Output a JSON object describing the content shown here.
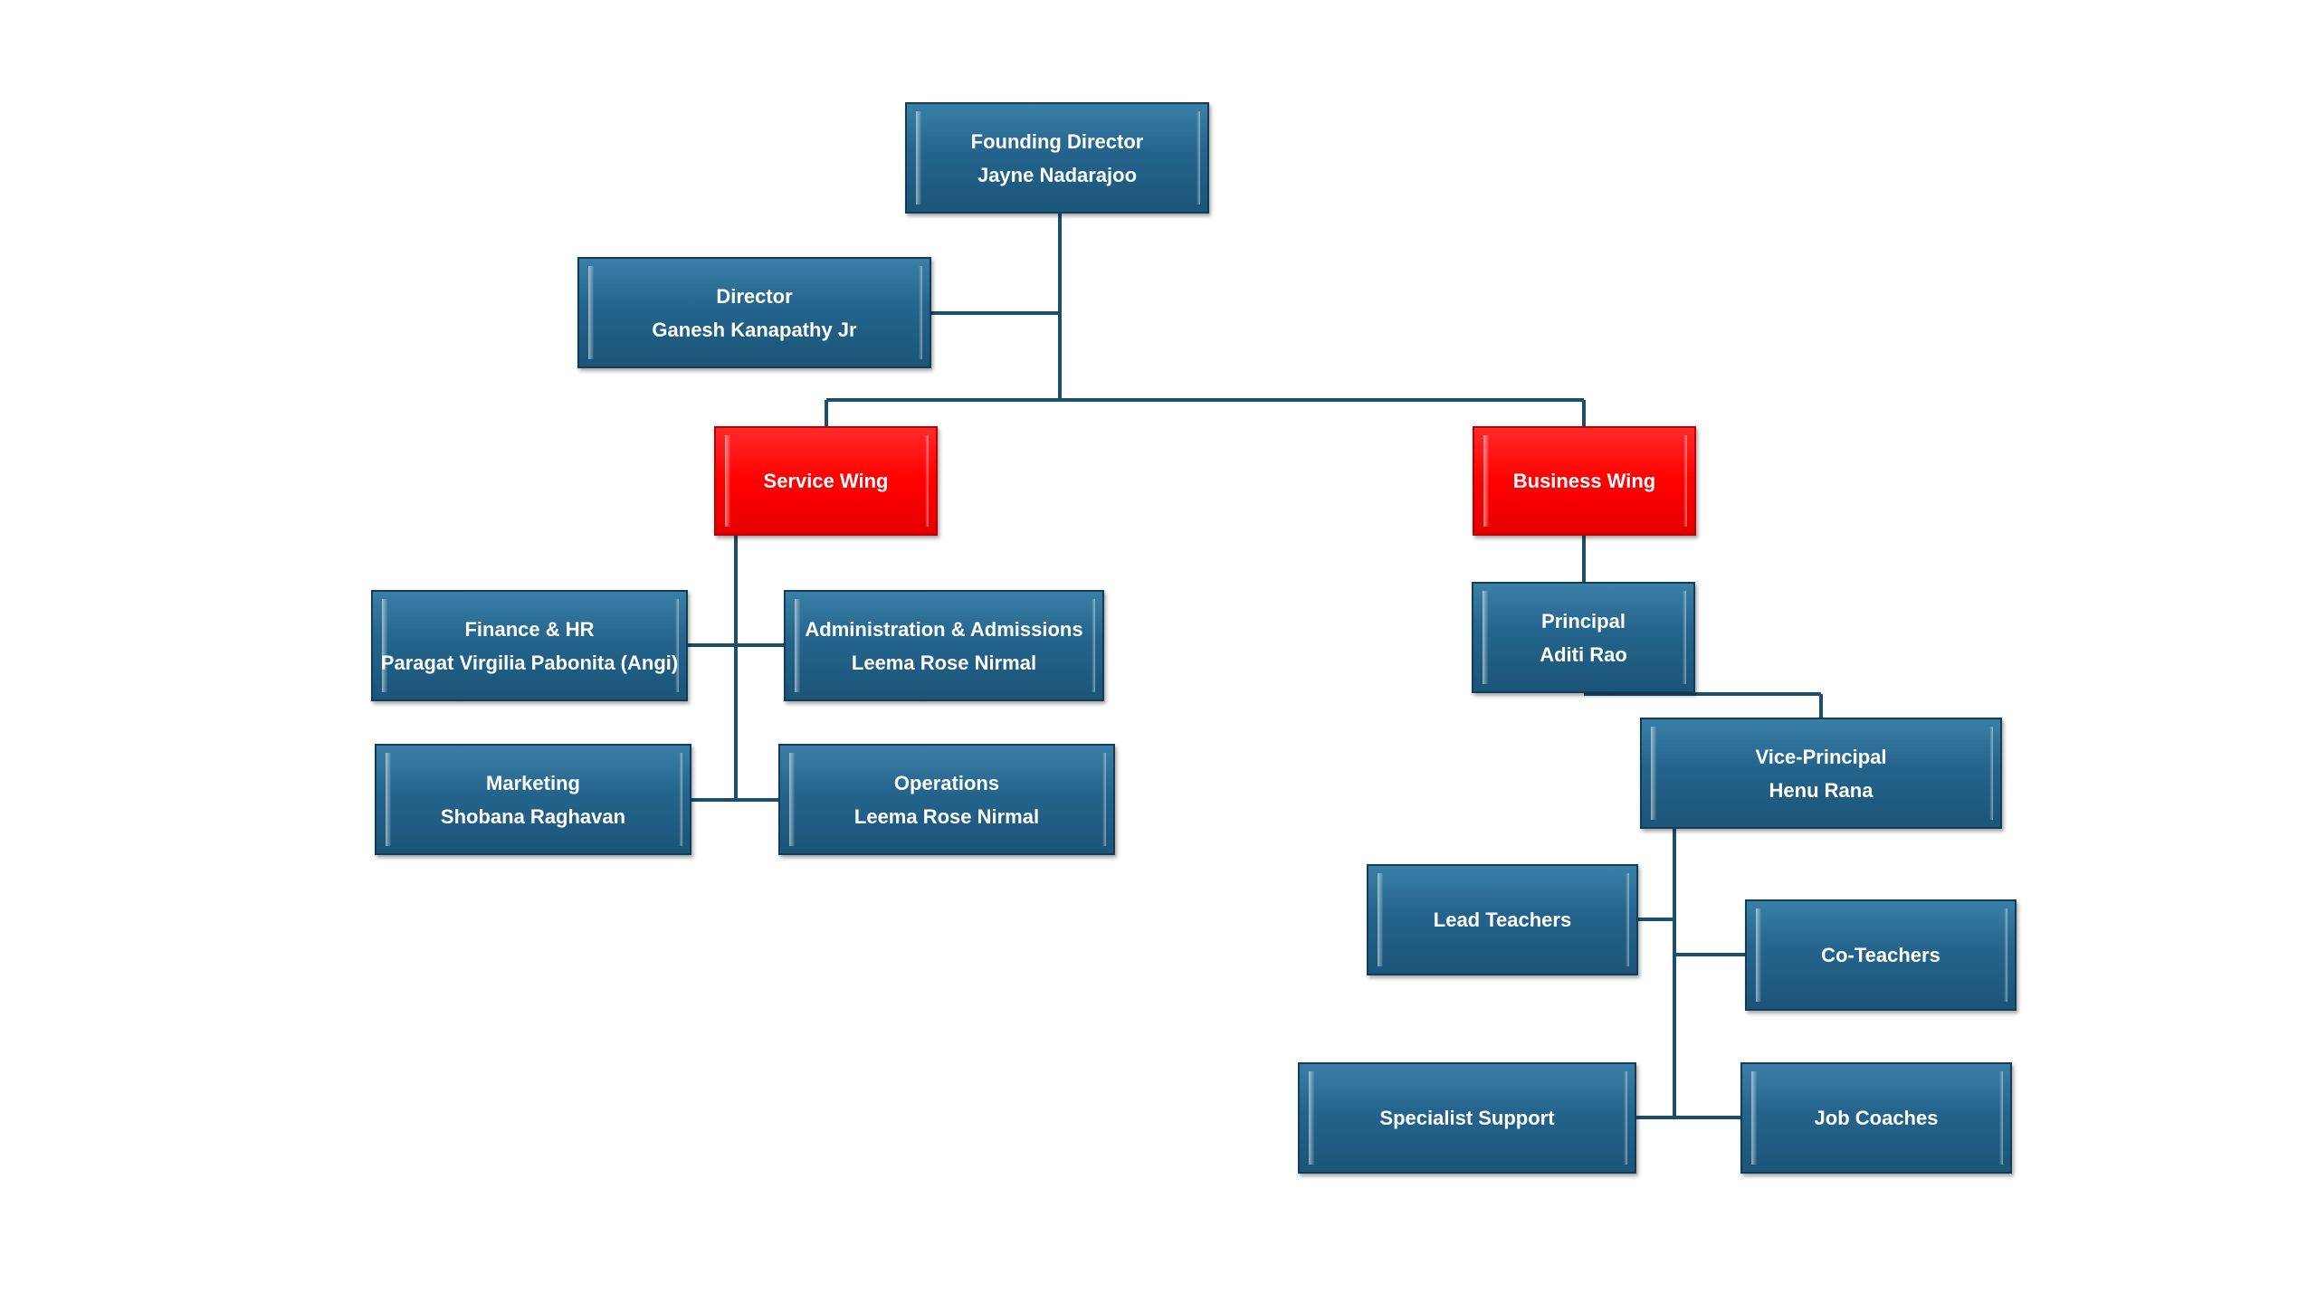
{
  "colors": {
    "box": "#24648c",
    "accent_box": "#ff0000",
    "connector": "#1b4f6e"
  },
  "nodes": {
    "founding_director": {
      "role": "Founding Director",
      "name": "Jayne Nadarajoo"
    },
    "director": {
      "role": "Director",
      "name": "Ganesh Kanapathy Jr"
    },
    "service_wing": {
      "role": "Service Wing"
    },
    "business_wing": {
      "role": "Business Wing"
    },
    "finance_hr": {
      "role": "Finance & HR",
      "name": "Paragat Virgilia Pabonita (Angi)"
    },
    "admin_admissions": {
      "role": "Administration & Admissions",
      "name": "Leema Rose Nirmal"
    },
    "marketing": {
      "role": "Marketing",
      "name": "Shobana Raghavan"
    },
    "operations": {
      "role": "Operations",
      "name": "Leema Rose Nirmal"
    },
    "principal": {
      "role": "Principal",
      "name": "Aditi Rao"
    },
    "vice_principal": {
      "role": "Vice-Principal",
      "name": "Henu Rana"
    },
    "lead_teachers": {
      "role": "Lead Teachers"
    },
    "co_teachers": {
      "role": "Co-Teachers"
    },
    "specialist_support": {
      "role": "Specialist Support"
    },
    "job_coaches": {
      "role": "Job Coaches"
    }
  }
}
